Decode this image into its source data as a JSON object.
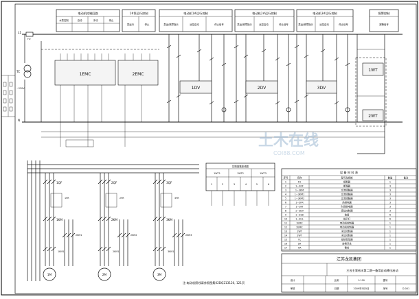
{
  "top_boxes": [
    {
      "title": "电动机控制回路",
      "cells": [
        "水泵控制",
        "自动",
        "手动",
        "停止"
      ]
    },
    {
      "title": "1#泵运行控制",
      "cells": [
        "泵运行",
        "停止"
      ]
    },
    {
      "title": "电动机1#运行控制",
      "cells": [
        "泵运/故障指示",
        "远控启动",
        "停止信号"
      ]
    },
    {
      "title": "电动机2#运行控制",
      "cells": [
        "泵运/故障指示",
        "远控启动",
        "停止信号"
      ]
    },
    {
      "title": "电动机3#运行控制",
      "cells": [
        "泵运/故障指示",
        "远控启动",
        "停止信号"
      ]
    },
    {
      "title": "报警控制",
      "cells": [
        "报警信号"
      ]
    }
  ],
  "device_labels": {
    "emc1": "1EMC",
    "emc2": "2EMC",
    "dv1": "1DV",
    "dv2": "2DV",
    "dv3": "3DV",
    "wt1": "1WT",
    "wt2": "2WT",
    "tc": "TC",
    "voltage": "~220V",
    "fu": "FU",
    "n_label": "N",
    "l1_label": "L1"
  },
  "motor_labels": [
    {
      "qf": "1QF",
      "km": "1KM",
      "km2": "2KM1",
      "km3": "1KM1",
      "motor": "1M",
      "fr": "1FR"
    },
    {
      "qf": "2QF",
      "km": "2KM",
      "km2": "2KM2",
      "km3": "2KM1",
      "motor": "2M",
      "fr": "2FR"
    },
    {
      "qf": "3QF",
      "km": "3KM",
      "km2": "2KM3",
      "km3": "3KM1",
      "motor": "3M",
      "fr": "3FR"
    }
  ],
  "mid_panel": {
    "title": "控制回路接线图",
    "cells": [
      "1WT1",
      "1WT2",
      "1WT3",
      "1",
      "2",
      "3",
      "4",
      "5",
      "6"
    ]
  },
  "table": {
    "title": "设 备 材 料 表",
    "headers": [
      "序号",
      "名称",
      "型号及规格",
      "数量",
      "备注"
    ],
    "rows": [
      [
        "1",
        "FU",
        "熔断器",
        "1",
        ""
      ],
      [
        "2",
        "1~3QF",
        "断路器",
        "3",
        ""
      ],
      [
        "3",
        "1~3KM",
        "交流接触器",
        "3",
        ""
      ],
      [
        "4",
        "1~3KM1",
        "交流接触器",
        "3",
        ""
      ],
      [
        "5",
        "1~3KM2",
        "交流接触器",
        "3",
        ""
      ],
      [
        "6",
        "1~3FR",
        "热继电器",
        "3",
        ""
      ],
      [
        "7",
        "1~3KT",
        "时间继电器",
        "3",
        ""
      ],
      [
        "8",
        "1~3DV",
        "液位控制器",
        "3",
        ""
      ],
      [
        "9",
        "1~3SB",
        "按钮",
        "6",
        ""
      ],
      [
        "10",
        "1~3HL",
        "指示灯",
        "6",
        ""
      ],
      [
        "11",
        "1EMC",
        "电动机控制器",
        "1",
        ""
      ],
      [
        "12",
        "2EMC",
        "电动机控制器",
        "1",
        ""
      ],
      [
        "13",
        "1WT",
        "水位控制器",
        "1",
        ""
      ],
      [
        "14",
        "2WT",
        "水位控制器",
        "1",
        ""
      ],
      [
        "15",
        "TC",
        "控制变压器",
        "1",
        ""
      ],
      [
        "16",
        "SA",
        "转换开关",
        "1",
        ""
      ],
      [
        "17",
        "HA",
        "警铃",
        "1",
        ""
      ]
    ]
  },
  "title_block": {
    "company": "江苏龙凯集团",
    "drawing_title": "三台主泵给水第二期一备用自动降压启动",
    "rows": [
      [
        "设计",
        "",
        "比例",
        "1:100",
        "图号",
        ""
      ],
      [
        "审核",
        "",
        "日期",
        "2009年5月5日",
        "序号",
        "D-001"
      ]
    ]
  },
  "footnote": "注:电动机接线请参照图集02DQ213120, 121页",
  "watermark": {
    "main": "土木在线",
    "sub": "COI88.COM"
  }
}
